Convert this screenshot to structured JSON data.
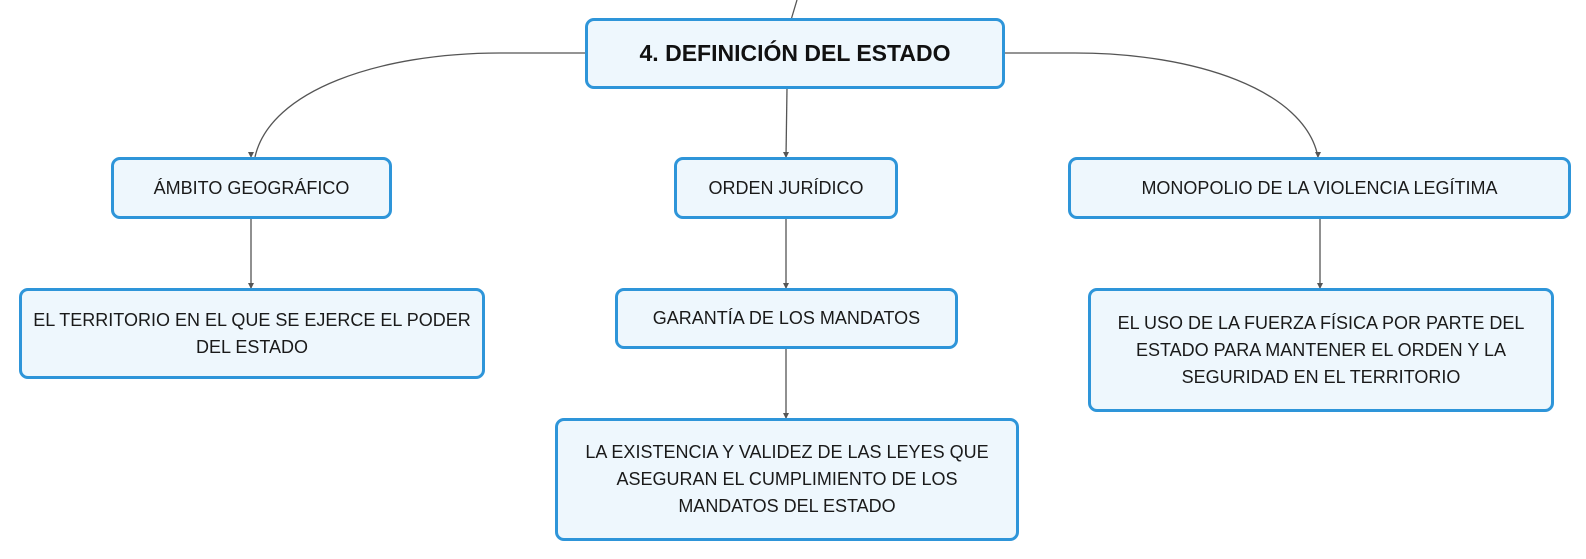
{
  "colors": {
    "node_border": "#2e95d9",
    "node_fill": "#eef7fd",
    "connector": "#555555",
    "text": "#1a1a1a"
  },
  "root": {
    "label": "4. DEFINICIÓN DEL ESTADO"
  },
  "branches": [
    {
      "label": "ÁMBITO GEOGRÁFICO",
      "children": [
        "EL TERRITORIO EN EL QUE SE EJERCE EL PODER DEL ESTADO"
      ]
    },
    {
      "label": "ORDEN JURÍDICO",
      "children": [
        "GARANTÍA DE LOS MANDATOS"
      ],
      "grandchildren": [
        "LA EXISTENCIA Y VALIDEZ DE LAS LEYES QUE ASEGURAN EL CUMPLIMIENTO DE LOS MANDATOS DEL ESTADO"
      ]
    },
    {
      "label": "MONOPOLIO DE LA VIOLENCIA LEGÍTIMA",
      "children": [
        "EL USO DE LA FUERZA FÍSICA POR PARTE DEL ESTADO PARA MANTENER EL ORDEN Y LA SEGURIDAD EN EL TERRITORIO"
      ]
    }
  ]
}
